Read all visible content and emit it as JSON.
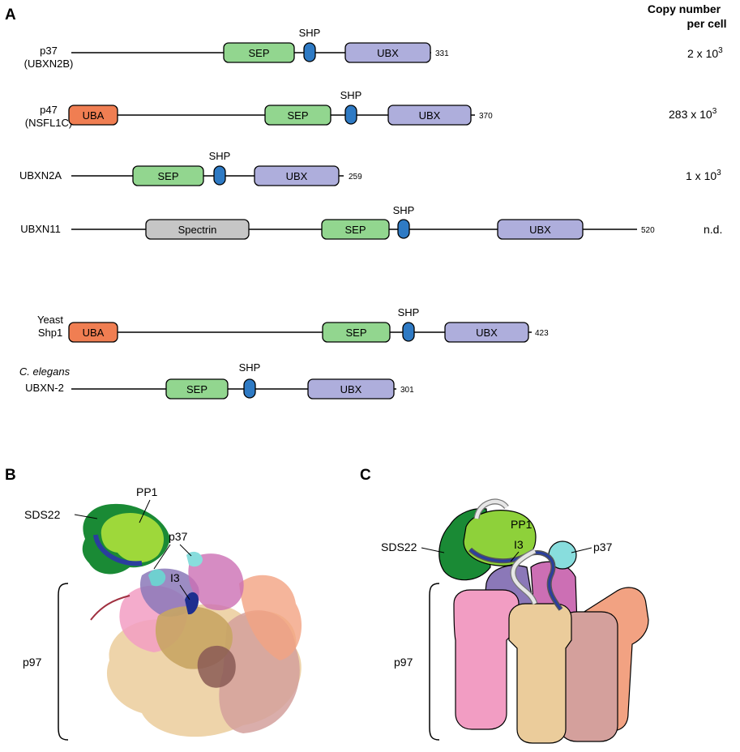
{
  "panels": {
    "a": "A",
    "b": "B",
    "c": "C"
  },
  "header": {
    "line1": "Copy number",
    "line2": "per cell"
  },
  "domain_labels": {
    "sep": "SEP",
    "shp": "SHP",
    "ubx": "UBX",
    "uba": "UBA",
    "spectrin": "Spectrin"
  },
  "proteins": [
    {
      "line1": "p37",
      "line2": "(UBXN2B)",
      "length": "331",
      "copy_base": "2 x 10",
      "copy_exp": "3"
    },
    {
      "line1": "p47",
      "line2": "(NSFL1C)",
      "length": "370",
      "copy_base": "283 x 10",
      "copy_exp": "3"
    },
    {
      "line1": "UBXN2A",
      "line2": "",
      "length": "259",
      "copy_base": "1 x 10",
      "copy_exp": "3"
    },
    {
      "line1": "UBXN11",
      "line2": "",
      "length": "520",
      "copy_base": "n.d.",
      "copy_exp": ""
    },
    {
      "line1": "Yeast",
      "line2": "Shp1",
      "length": "423",
      "copy_base": "",
      "copy_exp": ""
    },
    {
      "line1": "C. elegans",
      "line2": "UBXN-2",
      "length": "301",
      "copy_base": "",
      "copy_exp": ""
    }
  ],
  "structure_labels": {
    "sds22": "SDS22",
    "pp1": "PP1",
    "p37": "p37",
    "i3": "I3",
    "p97": "p97"
  },
  "colors": {
    "sep": "#92d68f",
    "shp": "#2e7ac4",
    "ubx": "#aeaedc",
    "uba": "#f07e52",
    "spectrin": "#c6c6c6",
    "sds22": "#1a8a35",
    "pp1": "#8ed13a",
    "i3": "#2a3e9e",
    "p37_cyan": "#88dddd",
    "p97_purple": "#8b78b8",
    "p97_magenta": "#cc6fb4",
    "p97_pink": "#f29dc3",
    "p97_tan": "#ebcc9b",
    "p97_rose": "#d4a09c",
    "p97_salmon": "#f2a282"
  }
}
